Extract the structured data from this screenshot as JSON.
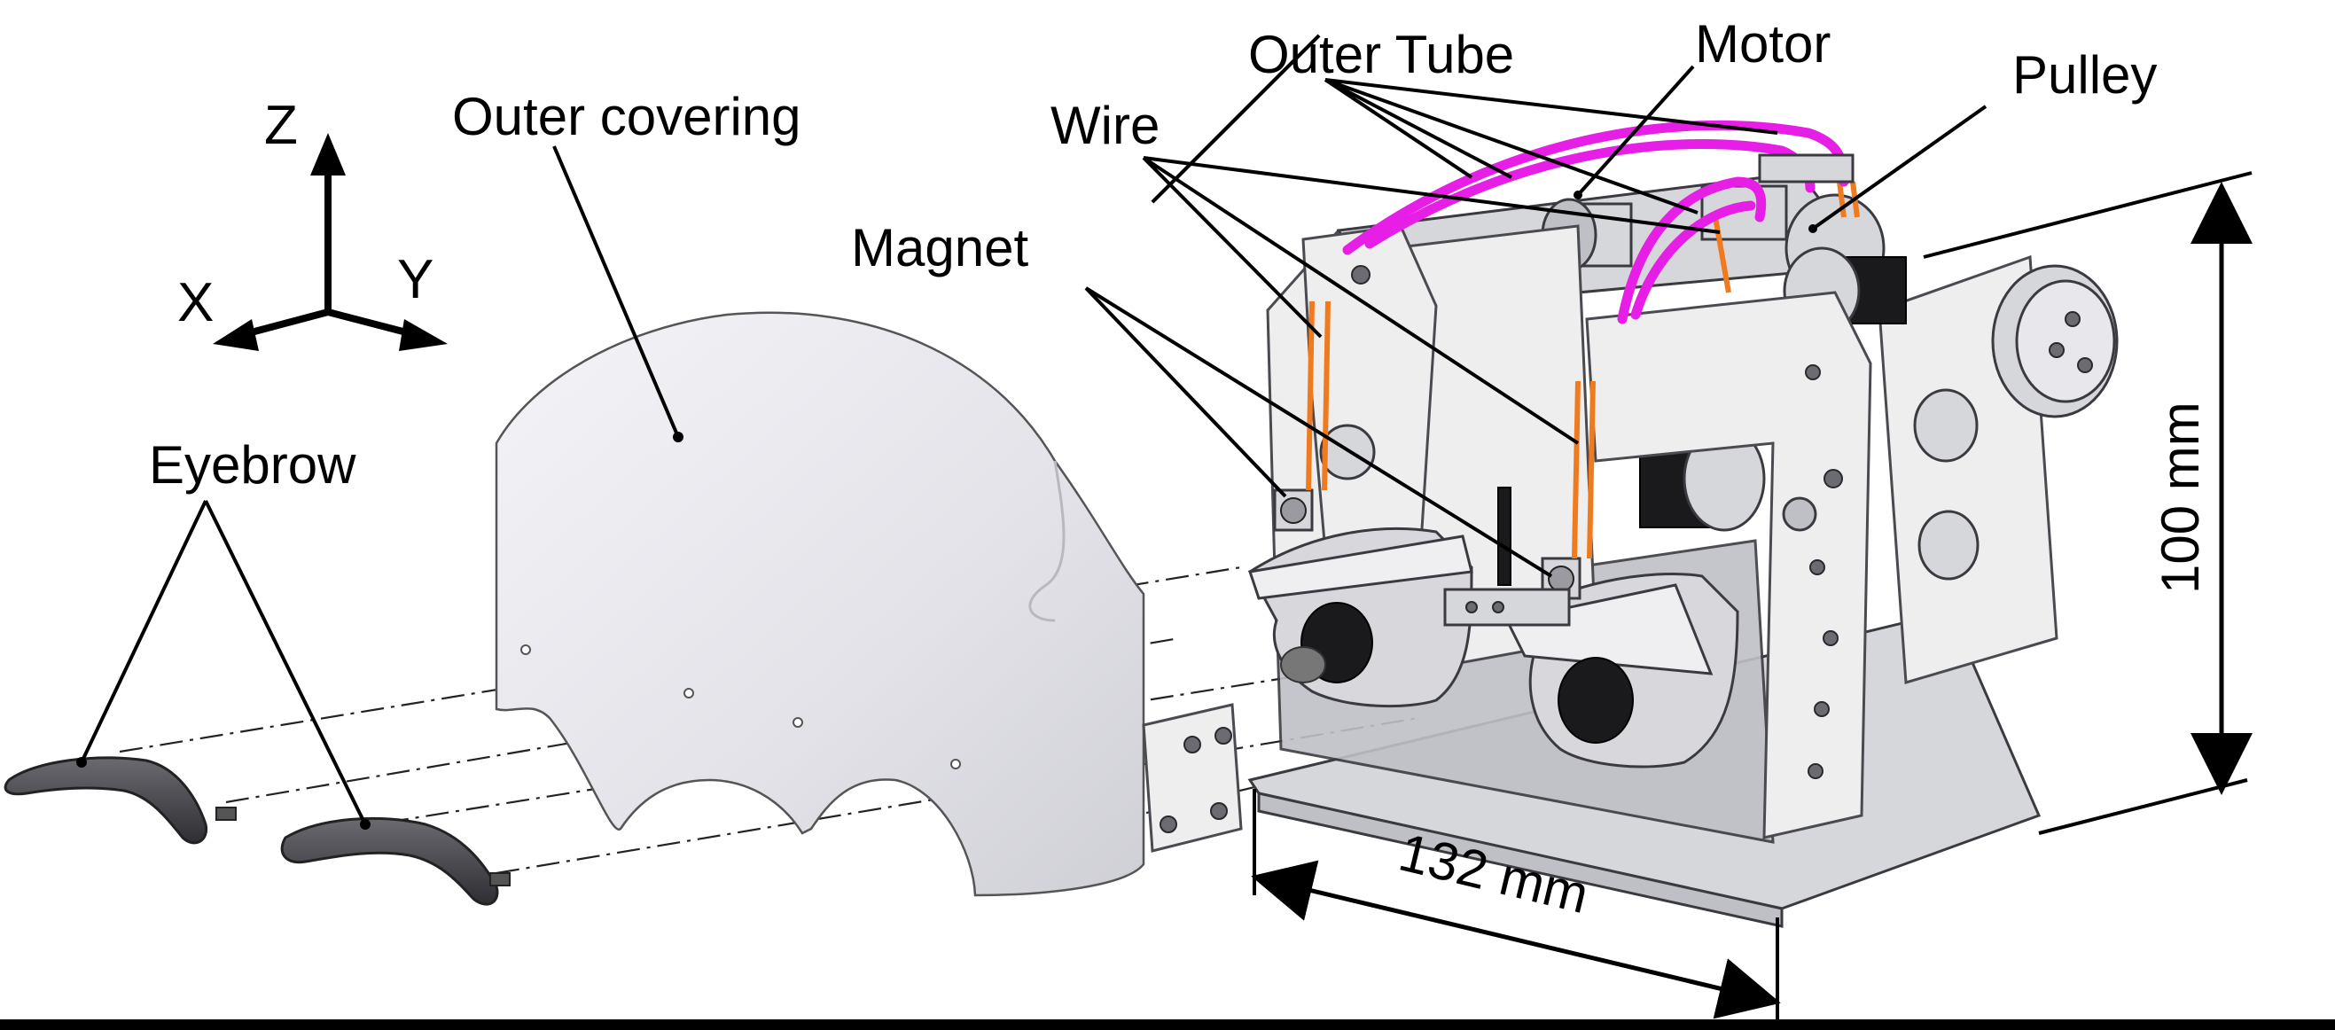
{
  "labels": {
    "outer_tube": "Outer Tube",
    "motor": "Motor",
    "pulley": "Pulley",
    "outer_covering": "Outer covering",
    "wire": "Wire",
    "magnet": "Magnet",
    "eyebrow": "Eyebrow"
  },
  "axes": {
    "z": "Z",
    "x": "X",
    "y": "Y"
  },
  "dimensions": {
    "height": "100 mm",
    "width": "132 mm"
  },
  "colors": {
    "outer_tube": "#e61ee6",
    "wire": "#f07a1e",
    "covering": "#e4e4ea",
    "eyebrow": "#4a4a4f"
  }
}
